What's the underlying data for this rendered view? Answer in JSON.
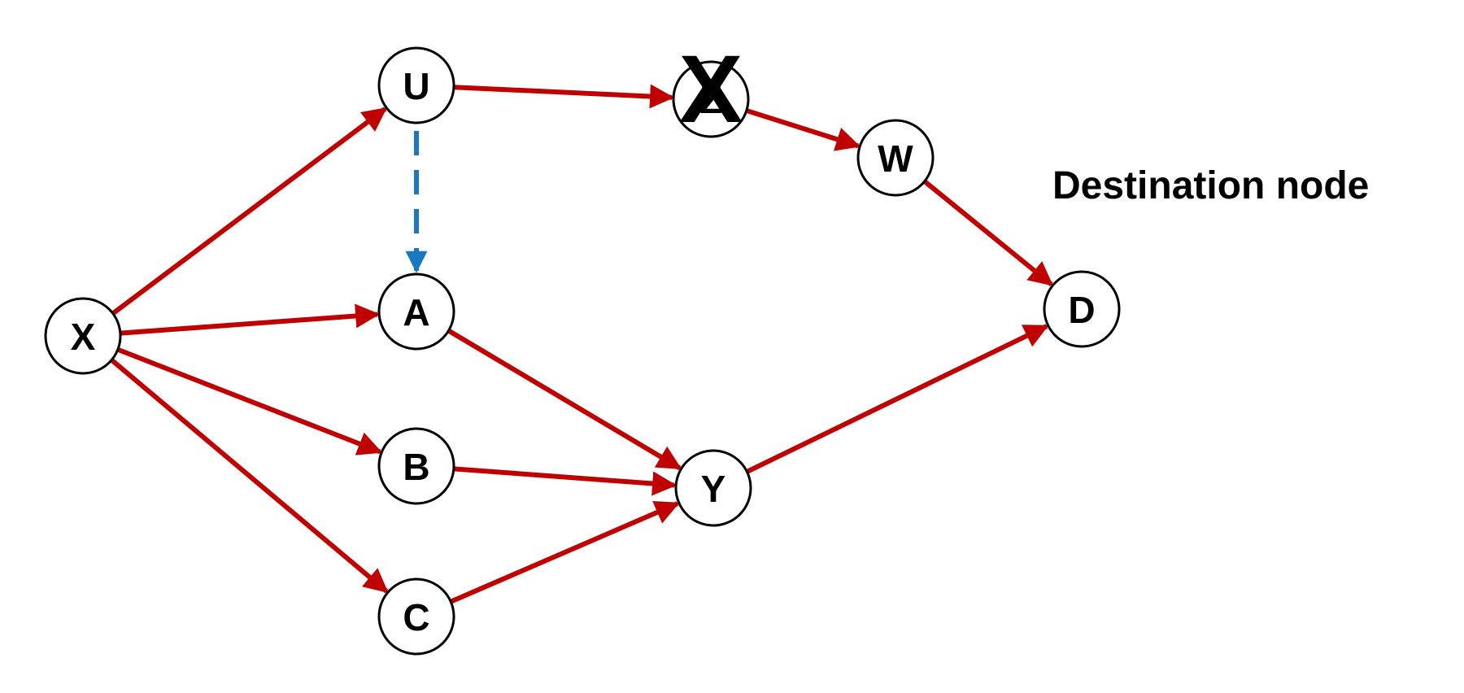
{
  "nodes": [
    {
      "id": "X",
      "label": "X"
    },
    {
      "id": "U",
      "label": "U"
    },
    {
      "id": "Z",
      "label": "Z"
    },
    {
      "id": "W",
      "label": "W"
    },
    {
      "id": "A",
      "label": "A"
    },
    {
      "id": "B",
      "label": "B"
    },
    {
      "id": "C",
      "label": "C"
    },
    {
      "id": "Y",
      "label": "Y"
    },
    {
      "id": "D",
      "label": "D"
    }
  ],
  "edges": [
    {
      "from": "X",
      "to": "U",
      "style": "solid",
      "color": "#c00000"
    },
    {
      "from": "X",
      "to": "A",
      "style": "solid",
      "color": "#c00000"
    },
    {
      "from": "X",
      "to": "B",
      "style": "solid",
      "color": "#c00000"
    },
    {
      "from": "X",
      "to": "C",
      "style": "solid",
      "color": "#c00000"
    },
    {
      "from": "U",
      "to": "Z",
      "style": "solid",
      "color": "#c00000"
    },
    {
      "from": "Z",
      "to": "W",
      "style": "solid",
      "color": "#c00000"
    },
    {
      "from": "W",
      "to": "D",
      "style": "solid",
      "color": "#c00000"
    },
    {
      "from": "A",
      "to": "Y",
      "style": "solid",
      "color": "#c00000"
    },
    {
      "from": "B",
      "to": "Y",
      "style": "solid",
      "color": "#c00000"
    },
    {
      "from": "C",
      "to": "Y",
      "style": "solid",
      "color": "#c00000"
    },
    {
      "from": "Y",
      "to": "D",
      "style": "solid",
      "color": "#c00000"
    },
    {
      "from": "U",
      "to": "A",
      "style": "dashed",
      "color": "#1a78c2"
    }
  ],
  "failure_mark": {
    "text": "X",
    "on_node": "Z"
  },
  "destination_label": "Destination node",
  "colors": {
    "edge_primary": "#c00000",
    "edge_alternate": "#1a78c2",
    "node_stroke": "#000000",
    "background": "#ffffff"
  }
}
